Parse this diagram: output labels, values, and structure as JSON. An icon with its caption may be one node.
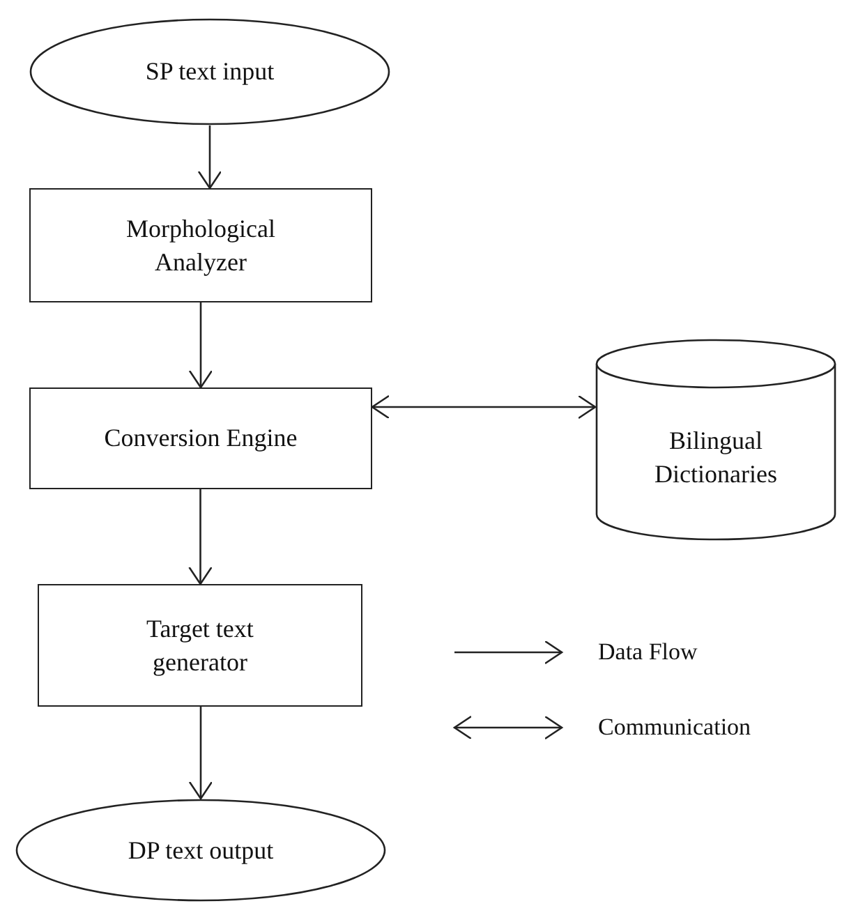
{
  "diagram": {
    "nodes": [
      {
        "text": [
          "SP text input"
        ]
      },
      {
        "text": [
          "Morphological Analyzer"
        ]
      },
      {
        "text": [
          "Conversion Engine"
        ]
      },
      {
        "text": [
          "Bilingual Dictionaries"
        ]
      },
      {
        "text": [
          "Target text generator"
        ]
      },
      {
        "text": [
          "DP text output"
        ]
      }
    ],
    "edges": [
      {
        "from": 0,
        "to": 1,
        "arrow": "to"
      },
      {
        "from": 1,
        "to": 2,
        "arrow": "to"
      },
      {
        "from": 2,
        "to": 3,
        "arrow": "both"
      },
      {
        "from": 2,
        "to": 4,
        "arrow": "to"
      },
      {
        "from": 4,
        "to": 5,
        "arrow": "to"
      }
    ],
    "legend": [
      {
        "text": "Data Flow"
      },
      {
        "text": "Communication"
      }
    ]
  }
}
